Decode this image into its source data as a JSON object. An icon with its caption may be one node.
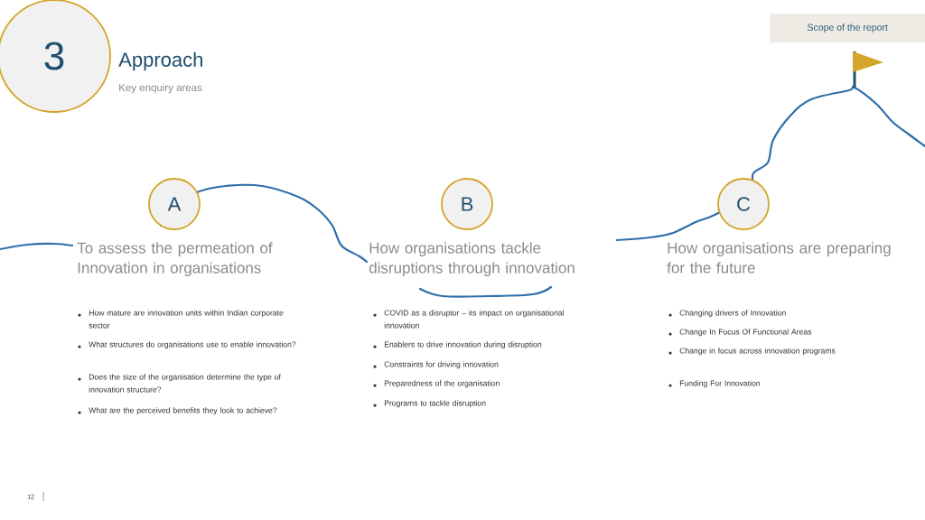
{
  "diagram": {
    "title": "Approach",
    "nodes": [
      {
        "text": [
          "3"
        ]
      },
      {
        "text": [
          "A"
        ],
        "beside": [
          "To assess the permeation of Innovation in organisations"
        ]
      },
      {
        "text": [
          "B"
        ],
        "beside": [
          "How organisations tackle disruptions through innovation"
        ]
      },
      {
        "text": [
          "C"
        ],
        "beside": [
          "How organisations are preparing for the future"
        ]
      },
      {
        "text": [
          "Scope of the report"
        ]
      }
    ],
    "edges": [],
    "labels": [
      "Key enquiry areas",
      "How mature are innovation units within Indian corporate sector",
      "What structures do organisations use to enable innovation?",
      "Does the size of the organisation determine the type of innovation structure?",
      "What are the perceived benefits they look to achieve?",
      "COVID as a disruptor – its impact on organisational innovation",
      "Enablers to drive innovation during disruption",
      "Constraints for driving innovation",
      "Preparedness of the organisation",
      "Programs to tackle disruption",
      "Changing drivers of Innovation",
      "Change In Focus Of Functional Areas",
      "Change in focus across innovation programs",
      "Funding For Innovation",
      "12"
    ]
  }
}
